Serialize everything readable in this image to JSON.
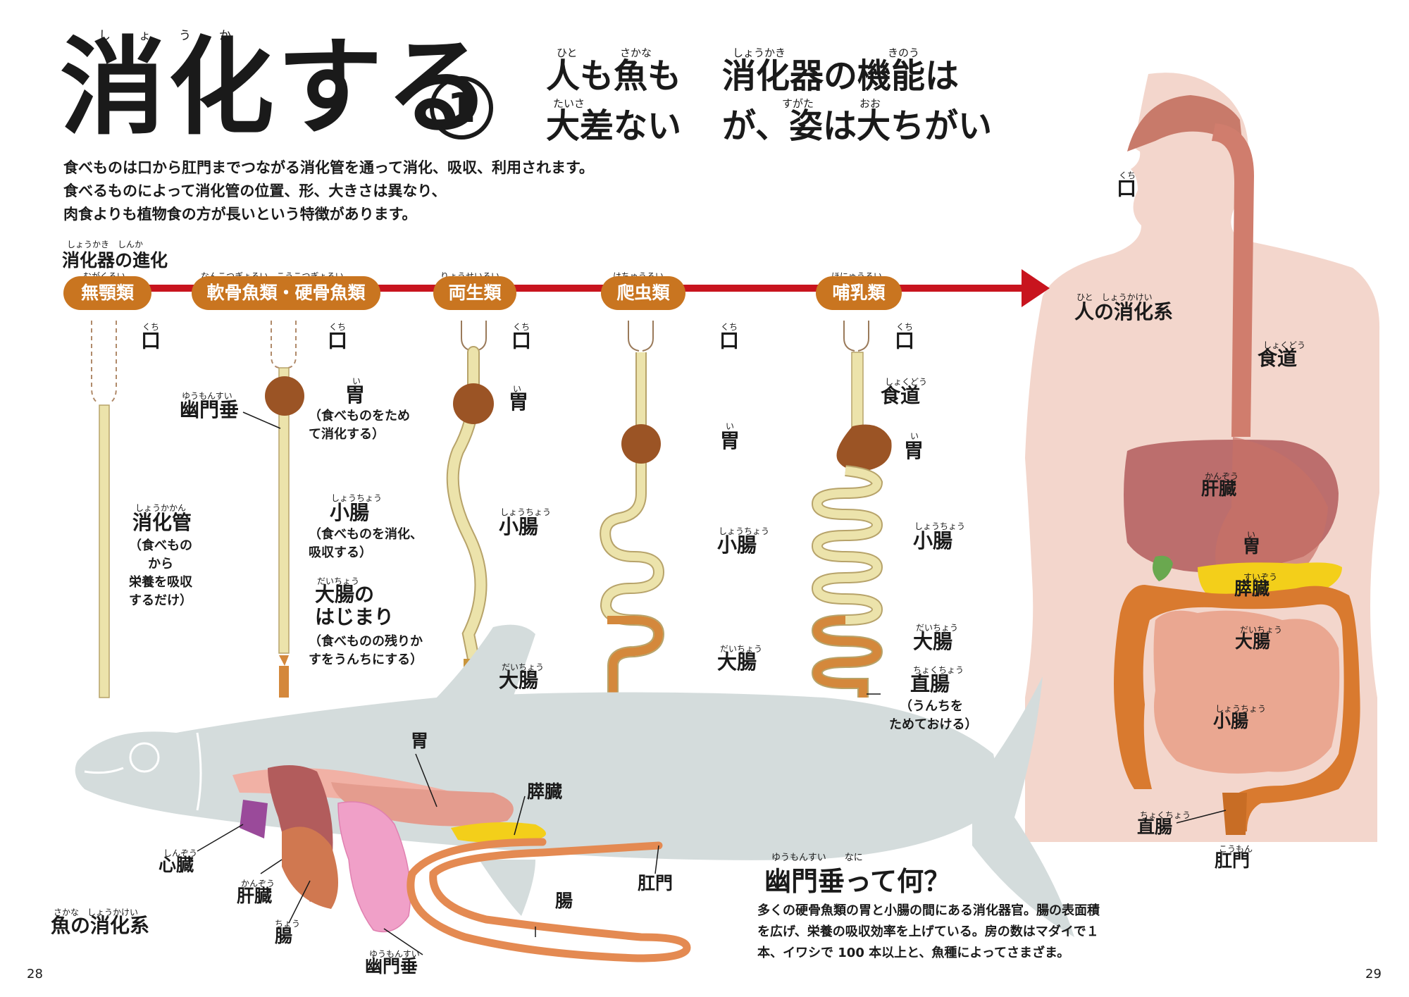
{
  "title": {
    "text": "消化する",
    "number": "1",
    "ruby": "しょうか"
  },
  "subtitle": {
    "line1a": "人も魚も",
    "line1b": "消化器の機能は",
    "line2a": "大差ない",
    "line2b": "が、姿は大ちがい",
    "ruby_hito": "ひと",
    "ruby_sakana": "さかな",
    "ruby_shoukaki": "しょうかき",
    "ruby_kinou": "きのう",
    "ruby_taisa": "たいさ",
    "ruby_sugata": "すがた",
    "ruby_oo": "おお"
  },
  "intro": [
    "食べものは口から肛門までつながる消化管を通って消化、吸収、利用されます。",
    "食べるものによって消化管の位置、形、大きさは異なり、",
    "肉食よりも植物食の方が長いという特徴があります。"
  ],
  "evolution": {
    "heading": "消化器の進化",
    "heading_ruby": "しょうかき　しんか",
    "groups": [
      {
        "label": "無顎類",
        "ruby": "むがくるい"
      },
      {
        "label": "軟骨魚類・硬骨魚類",
        "ruby": "なんこつぎょるい　こうこつぎょるい"
      },
      {
        "label": "両生類",
        "ruby": "りょうせいるい"
      },
      {
        "label": "爬虫類",
        "ruby": "はちゅうるい"
      },
      {
        "label": "哺乳類",
        "ruby": "ほにゅうるい"
      }
    ]
  },
  "labels": {
    "mouth": "口",
    "mouth_ruby": "くち",
    "digestive_tract": "消化管",
    "digestive_tract_ruby": "しょうかかん",
    "digestive_tract_note": [
      "（食べものから",
      "栄養を吸収",
      "するだけ）"
    ],
    "pyloric": "幽門垂",
    "pyloric_ruby": "ゆうもんすい",
    "stomach": "胃",
    "stomach_ruby": "い",
    "stomach_note": [
      "（食べものをため",
      "て消化する）"
    ],
    "small_intestine": "小腸",
    "small_intestine_ruby": "しょうちょう",
    "small_intestine_note": [
      "（食べものを消化、",
      "吸収する）"
    ],
    "large_start": [
      "大腸の",
      "はじまり"
    ],
    "large_ruby": "だいちょう",
    "large_start_note": [
      "（食べものの残りか",
      "すをうんちにする）"
    ],
    "large_intestine": "大腸",
    "esophagus": "食道",
    "esophagus_ruby": "しょくどう",
    "rectum": "直腸",
    "rectum_ruby": "ちょくちょう",
    "rectum_note": [
      "（うんちを",
      "ためておける）"
    ]
  },
  "human": {
    "title": "人の消化系",
    "title_ruby": "ひと　しょうかけい",
    "mouth": "口",
    "esophagus": "食道",
    "liver": "肝臓",
    "liver_ruby": "かんぞう",
    "stomach": "胃",
    "pancreas": "膵臓",
    "pancreas_ruby": "すいぞう",
    "large_intestine": "大腸",
    "small_intestine": "小腸",
    "rectum": "直腸",
    "anus": "肛門",
    "anus_ruby": "こうもん"
  },
  "fish": {
    "title": "魚の消化系",
    "title_ruby": "さかな　しょうかけい",
    "stomach": "胃",
    "pancreas": "膵臓",
    "heart": "心臓",
    "heart_ruby": "しんぞう",
    "liver": "肝臓",
    "intestine": "腸",
    "intestine_ruby": "ちょう",
    "anus": "肛門",
    "pyloric": "幽門垂"
  },
  "question": {
    "title": "幽門垂って何？",
    "title_ruby": "ゆうもんすい　　なに",
    "text": "多くの硬骨魚類の胃と小腸の間にある消化器官。腸の表面積を広げ、栄養の吸収効率を上げている。房の数はマダイで１本、イワシで 100 本以上と、魚種によってさまざま。"
  },
  "pages": {
    "left": "28",
    "right": "29"
  },
  "colors": {
    "accent_orange": "#c97520",
    "arrow_red": "#c8141e",
    "tract_cream": "#ece3ab",
    "stomach_brown": "#9b5425",
    "intestine_orange": "#d4883c",
    "body_pink": "#f2d3c8",
    "fish_gray": "#d4dcdc"
  }
}
